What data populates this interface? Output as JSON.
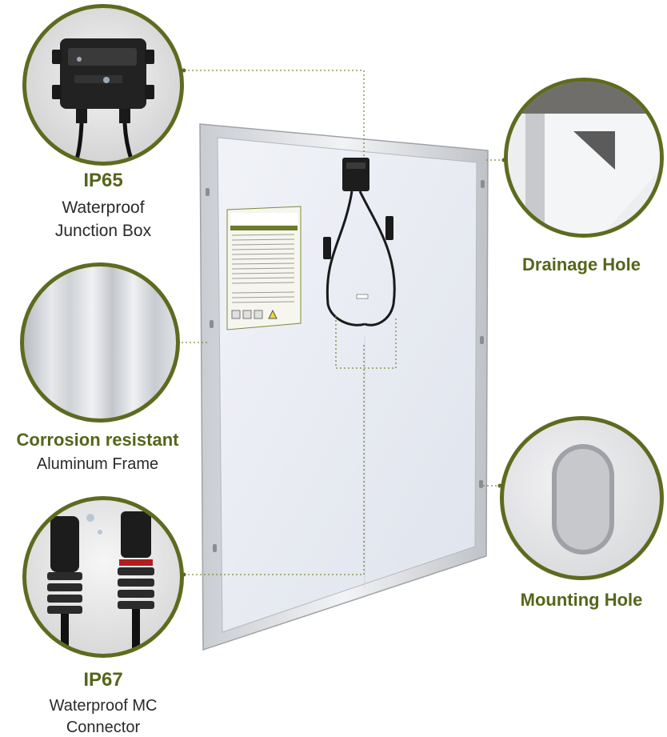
{
  "callouts": {
    "junction_box": {
      "title": "IP65",
      "line1": "Waterproof",
      "line2": "Junction Box"
    },
    "drainage": {
      "title": "Drainage Hole"
    },
    "frame": {
      "title": "Corrosion resistant",
      "line1": "Aluminum Frame"
    },
    "mounting": {
      "title": "Mounting Hole"
    },
    "connector": {
      "title": "IP67",
      "line1": "Waterproof MC",
      "line2": "Connector"
    }
  },
  "colors": {
    "accent_green": "#5e6b1f",
    "label_green": "#55651a",
    "frame_silver": "#d6d8dc",
    "panel_back": "#e9ecf3"
  }
}
